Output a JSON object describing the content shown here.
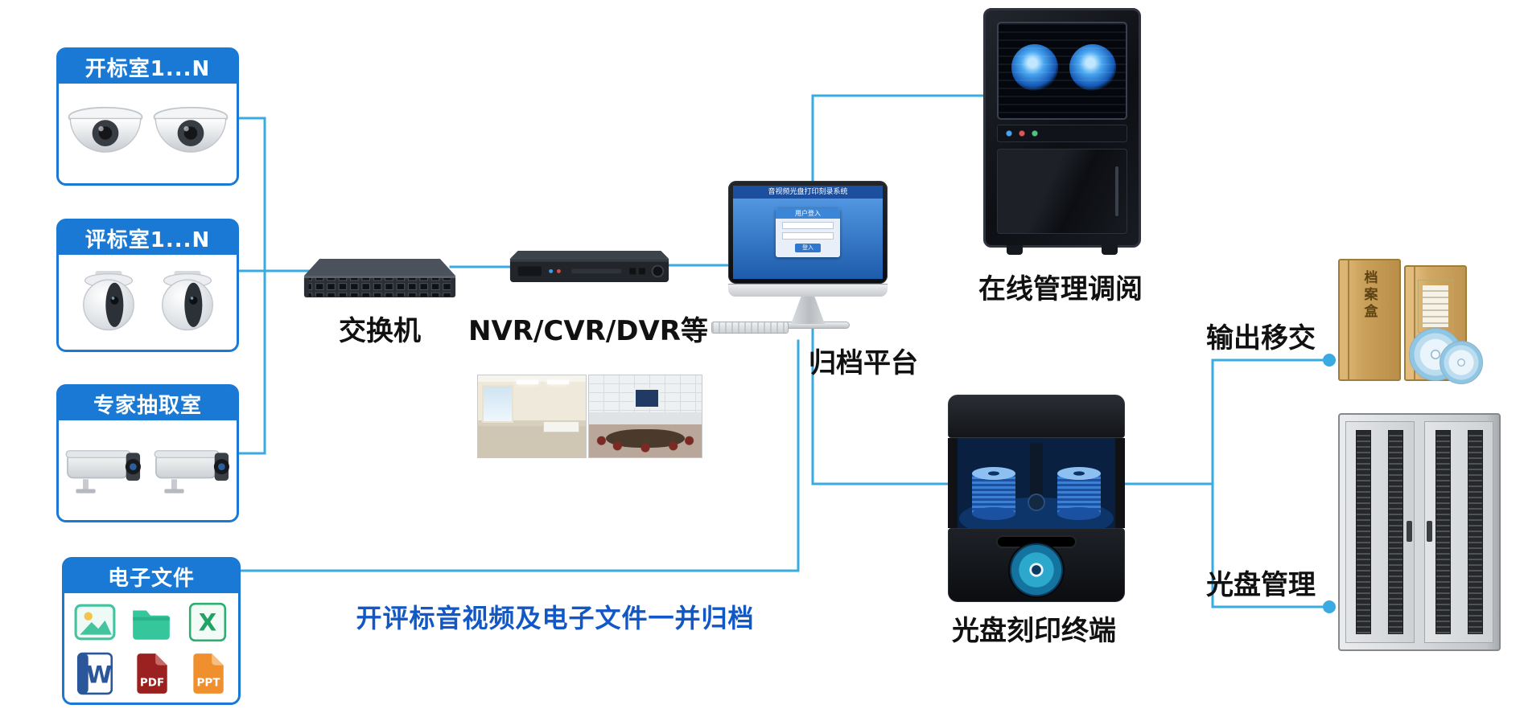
{
  "colors": {
    "accent": "#1a79d4",
    "wire": "#3aabe2",
    "note": "#1158c6",
    "label": "#111111"
  },
  "note": "开评标音视频及电子文件一并归档",
  "groups": [
    {
      "label": "开标室1...N"
    },
    {
      "label": "评标室1...N"
    },
    {
      "label": "专家抽取室"
    },
    {
      "label": "电子文件"
    }
  ],
  "nodes": {
    "switch": {
      "label": "交换机"
    },
    "recorder": {
      "label": "NVR/CVR/DVR等"
    },
    "platform": {
      "label": "归档平台"
    },
    "online_review": {
      "label": "在线管理调阅"
    },
    "disc_terminal": {
      "label": "光盘刻印终端"
    },
    "output_transfer": {
      "label": "输出移交"
    },
    "disc_management": {
      "label": "光盘管理"
    }
  },
  "screen": {
    "title": "音视频光盘打印刻录系统",
    "login_title": "用户登入",
    "login_button": "登入"
  },
  "file_icons": [
    {
      "name": "image-file",
      "label": ""
    },
    {
      "name": "folder",
      "label": ""
    },
    {
      "name": "excel-file",
      "label": "X"
    },
    {
      "name": "word-file",
      "label": "W"
    },
    {
      "name": "pdf-file",
      "label": "PDF"
    },
    {
      "name": "ppt-file",
      "label": "PPT"
    }
  ],
  "archive": {
    "box_label": "档案盒"
  }
}
